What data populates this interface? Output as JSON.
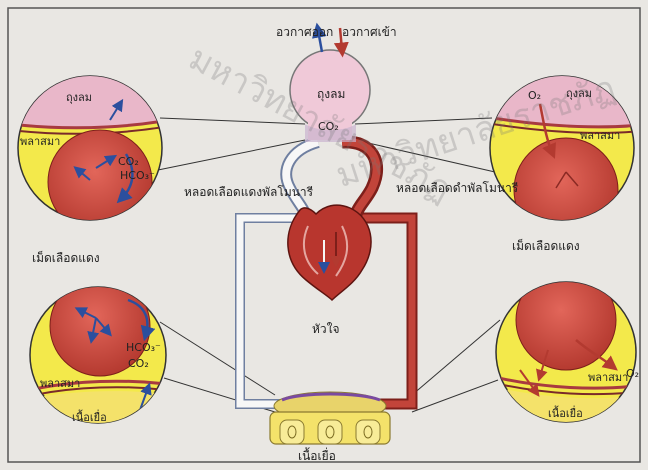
{
  "header": {
    "air_out": "อวกาศออก",
    "air_in": "อวกาศเข้า"
  },
  "alveolus": {
    "label": "ถุงลม",
    "gas": "CO₂"
  },
  "heart": {
    "label": "หัวใจ"
  },
  "vessels": {
    "pulmonary_artery": "หลอดเลือดแดงพัลโมนารี",
    "pulmonary_vein": "หลอดเลือดดำพัลโมนารี"
  },
  "tissue": {
    "label": "เนื้อเยื่อ"
  },
  "panels": {
    "top_left": {
      "alveolus": "ถุงลม",
      "plasma": "พลาสมา",
      "co2": "CO₂",
      "hco3": "HCO₃⁻",
      "rbc_label": "เม็ดเลือดแดง"
    },
    "top_right": {
      "alveolus": "ถุงลม",
      "plasma": "พลาสมา",
      "o2": "O₂",
      "rbc_label": "เม็ดเลือดแดง"
    },
    "bottom_left": {
      "plasma": "พลาสมา",
      "tissue": "เนื้อเยื่อ",
      "co2": "CO₂",
      "hco3": "HCO₃⁻"
    },
    "bottom_right": {
      "plasma": "พลาสมา",
      "tissue": "เนื้อเยื่อ",
      "o2": "O₂"
    }
  },
  "watermark": {
    "text": "มหาวิทยาลัยราชภัฏ"
  },
  "colors": {
    "blood": "#b83a32",
    "plasma": "#f3e94b",
    "alveolus_pink": "#f0c9d8",
    "background": "#e9e7e3",
    "tissue_yellow": "#f4e26a"
  }
}
